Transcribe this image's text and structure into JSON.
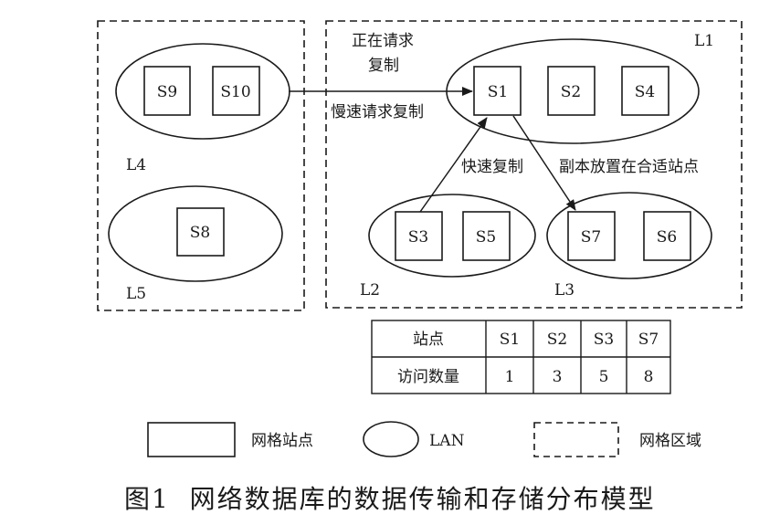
{
  "regions": [
    {
      "id": "left",
      "lans": [
        "L4",
        "L5"
      ]
    },
    {
      "id": "right",
      "lans": [
        "L1",
        "L2",
        "L3"
      ]
    }
  ],
  "lans": [
    {
      "id": "L1",
      "label": "L1",
      "sites": [
        "S1",
        "S2",
        "S4"
      ]
    },
    {
      "id": "L2",
      "label": "L2",
      "sites": [
        "S3",
        "S5"
      ]
    },
    {
      "id": "L3",
      "label": "L3",
      "sites": [
        "S7",
        "S6"
      ]
    },
    {
      "id": "L4",
      "label": "L4",
      "sites": [
        "S9",
        "S10"
      ]
    },
    {
      "id": "L5",
      "label": "L5",
      "sites": [
        "S8"
      ]
    }
  ],
  "sites": {
    "S1": "S1",
    "S2": "S2",
    "S4": "S4",
    "S3": "S3",
    "S5": "S5",
    "S7": "S7",
    "S6": "S6",
    "S9": "S9",
    "S10": "S10",
    "S8": "S8"
  },
  "arrows": [
    {
      "from": "S10",
      "to": "S1",
      "label": "慢速请求复制"
    },
    {
      "from": "S3",
      "to": "S1",
      "label": "快速复制"
    },
    {
      "from": "S1",
      "to": "S7",
      "label": "副本放置在合适站点"
    }
  ],
  "annotations": {
    "requesting_line1": "正在请求",
    "requesting_line2": "复制"
  },
  "table": {
    "row_header_1": "站点",
    "row_header_2": "访问数量",
    "columns": [
      "S1",
      "S2",
      "S3",
      "S7"
    ],
    "counts": [
      "1",
      "3",
      "5",
      "8"
    ]
  },
  "legend": {
    "site": "网格站点",
    "lan": "LAN",
    "region": "网格区域"
  },
  "caption": "图1  网络数据库的数据传输和存储分布模型"
}
